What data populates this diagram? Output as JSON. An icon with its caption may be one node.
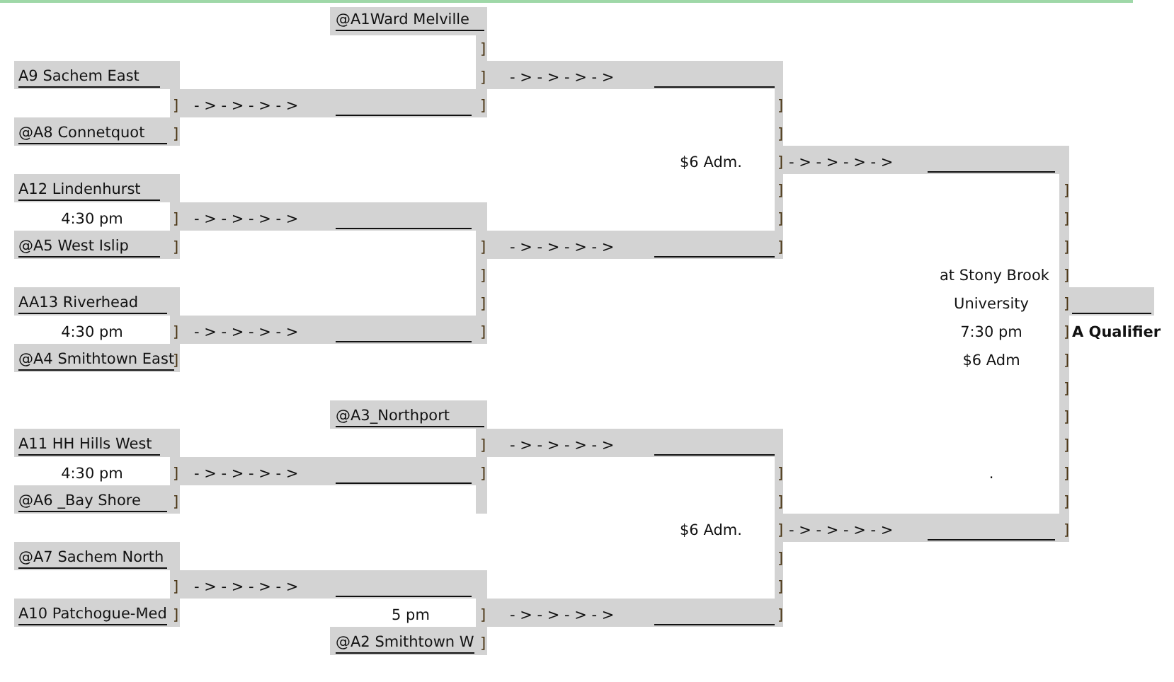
{
  "diagram": {
    "labels": [
      "@A1Ward Melville",
      "]",
      "A9 Sachem East",
      "]",
      "- > - > - > - >",
      "]",
      "- > - > - > - >",
      "]",
      "]",
      "@A8 Connetquot",
      "]",
      "]",
      "$6 Adm.",
      "]",
      "- > - > - > - >",
      "A12 Lindenhurst",
      "]",
      "]",
      "4:30 pm",
      "]",
      "- > - > - > - >",
      "]",
      "]",
      "@A5 West Islip",
      "]",
      "]",
      "- > - > - > - >",
      "]",
      "]",
      "]",
      "at Stony Brook",
      "]",
      "AA13 Riverhead",
      "]",
      "University",
      "]",
      "4:30 pm",
      "]",
      "- > - > - > - >",
      "]",
      "7:30 pm",
      "]",
      "A Qualifier",
      "@A4 Smithtown East",
      "]",
      "$6 Adm",
      "]",
      "]",
      "@A3_Northport",
      "]",
      "A11 HH Hills West",
      "]",
      "- > - > - > - >",
      "]",
      "4:30 pm",
      "]",
      "- > - > - > - >",
      "]",
      "]",
      ".",
      "]",
      "@A6 _Bay Shore",
      "]",
      "]",
      "]",
      "$6 Adm.",
      "]",
      "- > - > - > - >",
      "]",
      "@A7 Sachem North",
      "]",
      "]",
      "- > - > - > - >",
      "]",
      "A10 Patchogue-Med",
      "]",
      "5 pm",
      "]",
      "- > - > - > - >",
      "]",
      "@A2 Smithtown W",
      "]"
    ]
  }
}
